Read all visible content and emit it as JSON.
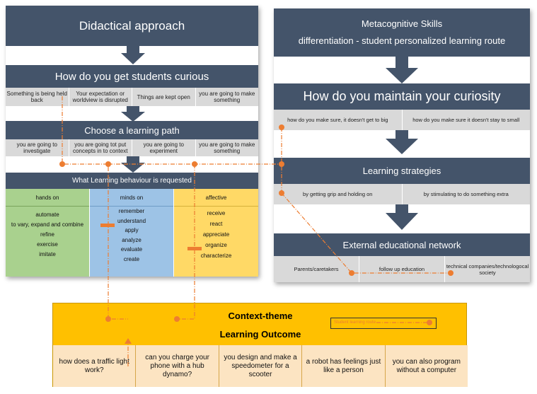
{
  "left": {
    "title": "Didactical approach",
    "q1": "How do you get students curious",
    "q1_cells": [
      "Something is being held back",
      "Your expectation or worldview is disrupted",
      "Things are kept open",
      "you are going to make something"
    ],
    "q2": "Choose a learning path",
    "q2_cells": [
      "you are going to investigate",
      "you are going tot put concepts in to context",
      "you are going to experiment",
      "you are going to make something"
    ],
    "behaviour_title": "What Learning behaviour is requested",
    "columns": [
      {
        "header": "hands on",
        "color": "#a9d18e",
        "items": [
          "automate",
          "to vary, expand and combine",
          "refine",
          "exercise",
          "imitate"
        ]
      },
      {
        "header": "minds on",
        "color": "#9dc3e6",
        "items": [
          "remember",
          "understand",
          "apply",
          "analyze",
          "evaluate",
          "create"
        ]
      },
      {
        "header": "affective",
        "color": "#ffd966",
        "items": [
          "receive",
          "react",
          "appreciate",
          "organize",
          "characterize"
        ]
      }
    ]
  },
  "right": {
    "title_line1": "Metacognitive Skills",
    "title_line2": "differentiation - student personalized learning route",
    "q1": "How do you maintain your curiosity",
    "q1_cells": [
      "how do you make sure, it doesn't get to big",
      "how do you make sure it doesn't stay to small"
    ],
    "strategies": "Learning strategies",
    "strategy_cells": [
      "by getting grip and holding on",
      "by stimulating to do something extra"
    ],
    "network": "External educational network",
    "network_cells": [
      "Parents/caretakers",
      "follow up education",
      "technical companies/technologocal society"
    ]
  },
  "bottom": {
    "line1": "Context-theme",
    "line2": "Learning Outcome",
    "legend": "Student learning route",
    "cells": [
      "how does a traffic light work?",
      "can you charge your phone with a hub dynamo?",
      "you design and make a speedometer for a scooter",
      "a robot has feelings just like a person",
      "you can also program without a computer"
    ]
  },
  "colors": {
    "navy": "#44546a",
    "route": "#ed7d31",
    "outcome_bg": "#ffc000"
  }
}
